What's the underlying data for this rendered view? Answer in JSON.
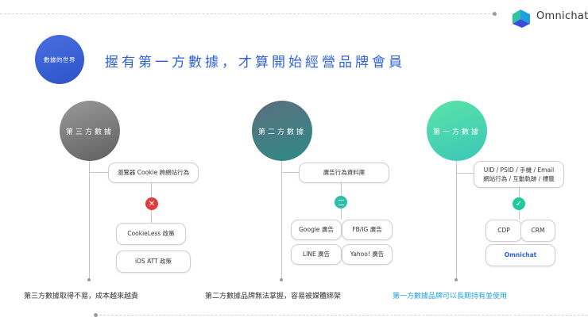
{
  "brand": {
    "name": "Omnichat",
    "accent": "#2f63d6",
    "logo_icon": "omnichat-logo-icon"
  },
  "header": {
    "badge": "數據的世界",
    "title": "握有第一方數據，才算開始經營品牌會員"
  },
  "columns": [
    {
      "circle": "第三方數據",
      "source": "瀏覽器 Cookie 跨網站行為",
      "status_icon": "cross-icon",
      "items": [
        "CookieLess 政策",
        "iOS ATT 政策"
      ],
      "caption": "第三方數據取得不易，成本越來越貴"
    },
    {
      "circle": "第二方數據",
      "source": "廣告行為資料庫",
      "status_icon": "equals-icon",
      "items": [
        "Google 廣告",
        "FB/IG 廣告",
        "LINE 廣告",
        "Yahoo! 廣告"
      ],
      "caption": "第二方數據品牌無法掌握，容易被媒體綁架"
    },
    {
      "circle": "第一方數據",
      "source_line1": "UID / PSID / 手機 / Email",
      "source_line2": "網站行為 / 互動軌跡 / 標籤",
      "status_icon": "check-icon",
      "items": [
        "CDP",
        "CRM",
        "Omnichat"
      ],
      "caption": "第一方數據品牌可以長期持有並使用"
    }
  ]
}
